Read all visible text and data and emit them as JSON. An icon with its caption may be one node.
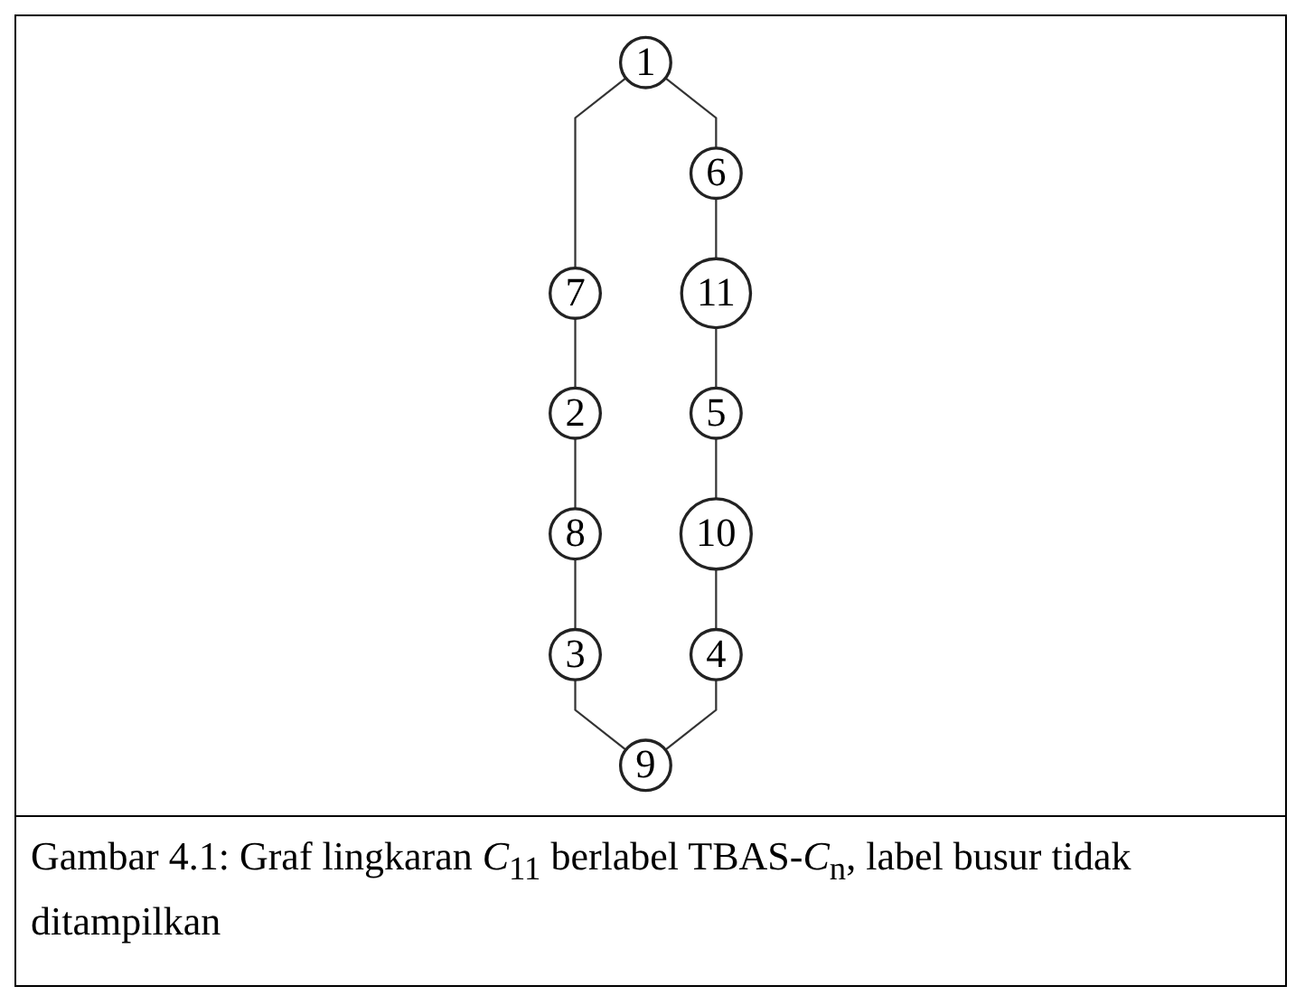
{
  "diagram": {
    "caption": "Gambar 4.1: Graf lingkaran *C*$_{11}$ berlabel TBAS-*C*$_{n}$, label busur tidak ditampilkan",
    "nodes": [
      {
        "text": [
          "1"
        ]
      },
      {
        "text": [
          "6"
        ]
      },
      {
        "text": [
          "7"
        ]
      },
      {
        "text": [
          "11"
        ]
      },
      {
        "text": [
          "2"
        ]
      },
      {
        "text": [
          "5"
        ]
      },
      {
        "text": [
          "8"
        ]
      },
      {
        "text": [
          "10"
        ]
      },
      {
        "text": [
          "3"
        ]
      },
      {
        "text": [
          "4"
        ]
      },
      {
        "text": [
          "9"
        ]
      }
    ],
    "edges": [
      {
        "from": 0,
        "to": 2,
        "arrow": "none"
      },
      {
        "from": 2,
        "to": 4,
        "arrow": "none"
      },
      {
        "from": 4,
        "to": 6,
        "arrow": "none"
      },
      {
        "from": 6,
        "to": 8,
        "arrow": "none"
      },
      {
        "from": 8,
        "to": 10,
        "arrow": "none"
      },
      {
        "from": 0,
        "to": 1,
        "arrow": "none"
      },
      {
        "from": 1,
        "to": 3,
        "arrow": "none"
      },
      {
        "from": 3,
        "to": 5,
        "arrow": "none"
      },
      {
        "from": 5,
        "to": 7,
        "arrow": "none"
      },
      {
        "from": 7,
        "to": 9,
        "arrow": "none"
      },
      {
        "from": 9,
        "to": 10,
        "arrow": "none"
      }
    ]
  }
}
